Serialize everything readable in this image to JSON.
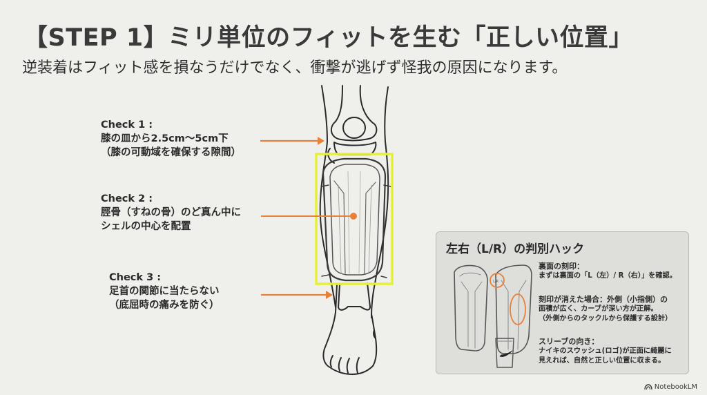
{
  "title": "【STEP 1】ミリ単位のフィットを生む「正しい位置」",
  "subtitle": "逆装着はフィット感を損なうだけでなく、衝撃が逃げず怪我の原因になります。",
  "checks": [
    {
      "label": "Check 1 :",
      "line1": "膝の皿から2.5cm〜5cm下",
      "line2": "（膝の可動域を確保する隙間）"
    },
    {
      "label": "Check 2 :",
      "line1": "脛骨（すねの骨）のど真ん中に",
      "line2": "シェルの中心を配置"
    },
    {
      "label": "Check 3 :",
      "line1": "足首の関節に当たらない",
      "line2": "（底屈時の痛みを防ぐ）"
    }
  ],
  "panel": {
    "title": "左右（L/R）の判別ハック",
    "sections": [
      {
        "heading": "裏面の刻印：",
        "lines": [
          "まずは裏面の「L（左）/ R（右）」を確認。"
        ]
      },
      {
        "heading": "刻印が消えた場合：外側（小指側）の",
        "lines": [
          "面積が広く、カーブが深い方が正解。",
          "（外側からのタックルから保護する設計）"
        ]
      },
      {
        "heading": "スリーブの向き：",
        "lines": [
          "ナイキのスウッシュ(ロゴ)が正面に綺麗に",
          "見えれば、自然と正しい位置に収まる。"
        ]
      }
    ],
    "guard_mark": "L/R"
  },
  "brand": "NotebookLM",
  "colors": {
    "background": "#efefeb",
    "accent_orange": "#e8803a",
    "highlight_yellow": "#e6f03a",
    "panel_bg": "#dededb",
    "text": "#2e2e2e"
  }
}
